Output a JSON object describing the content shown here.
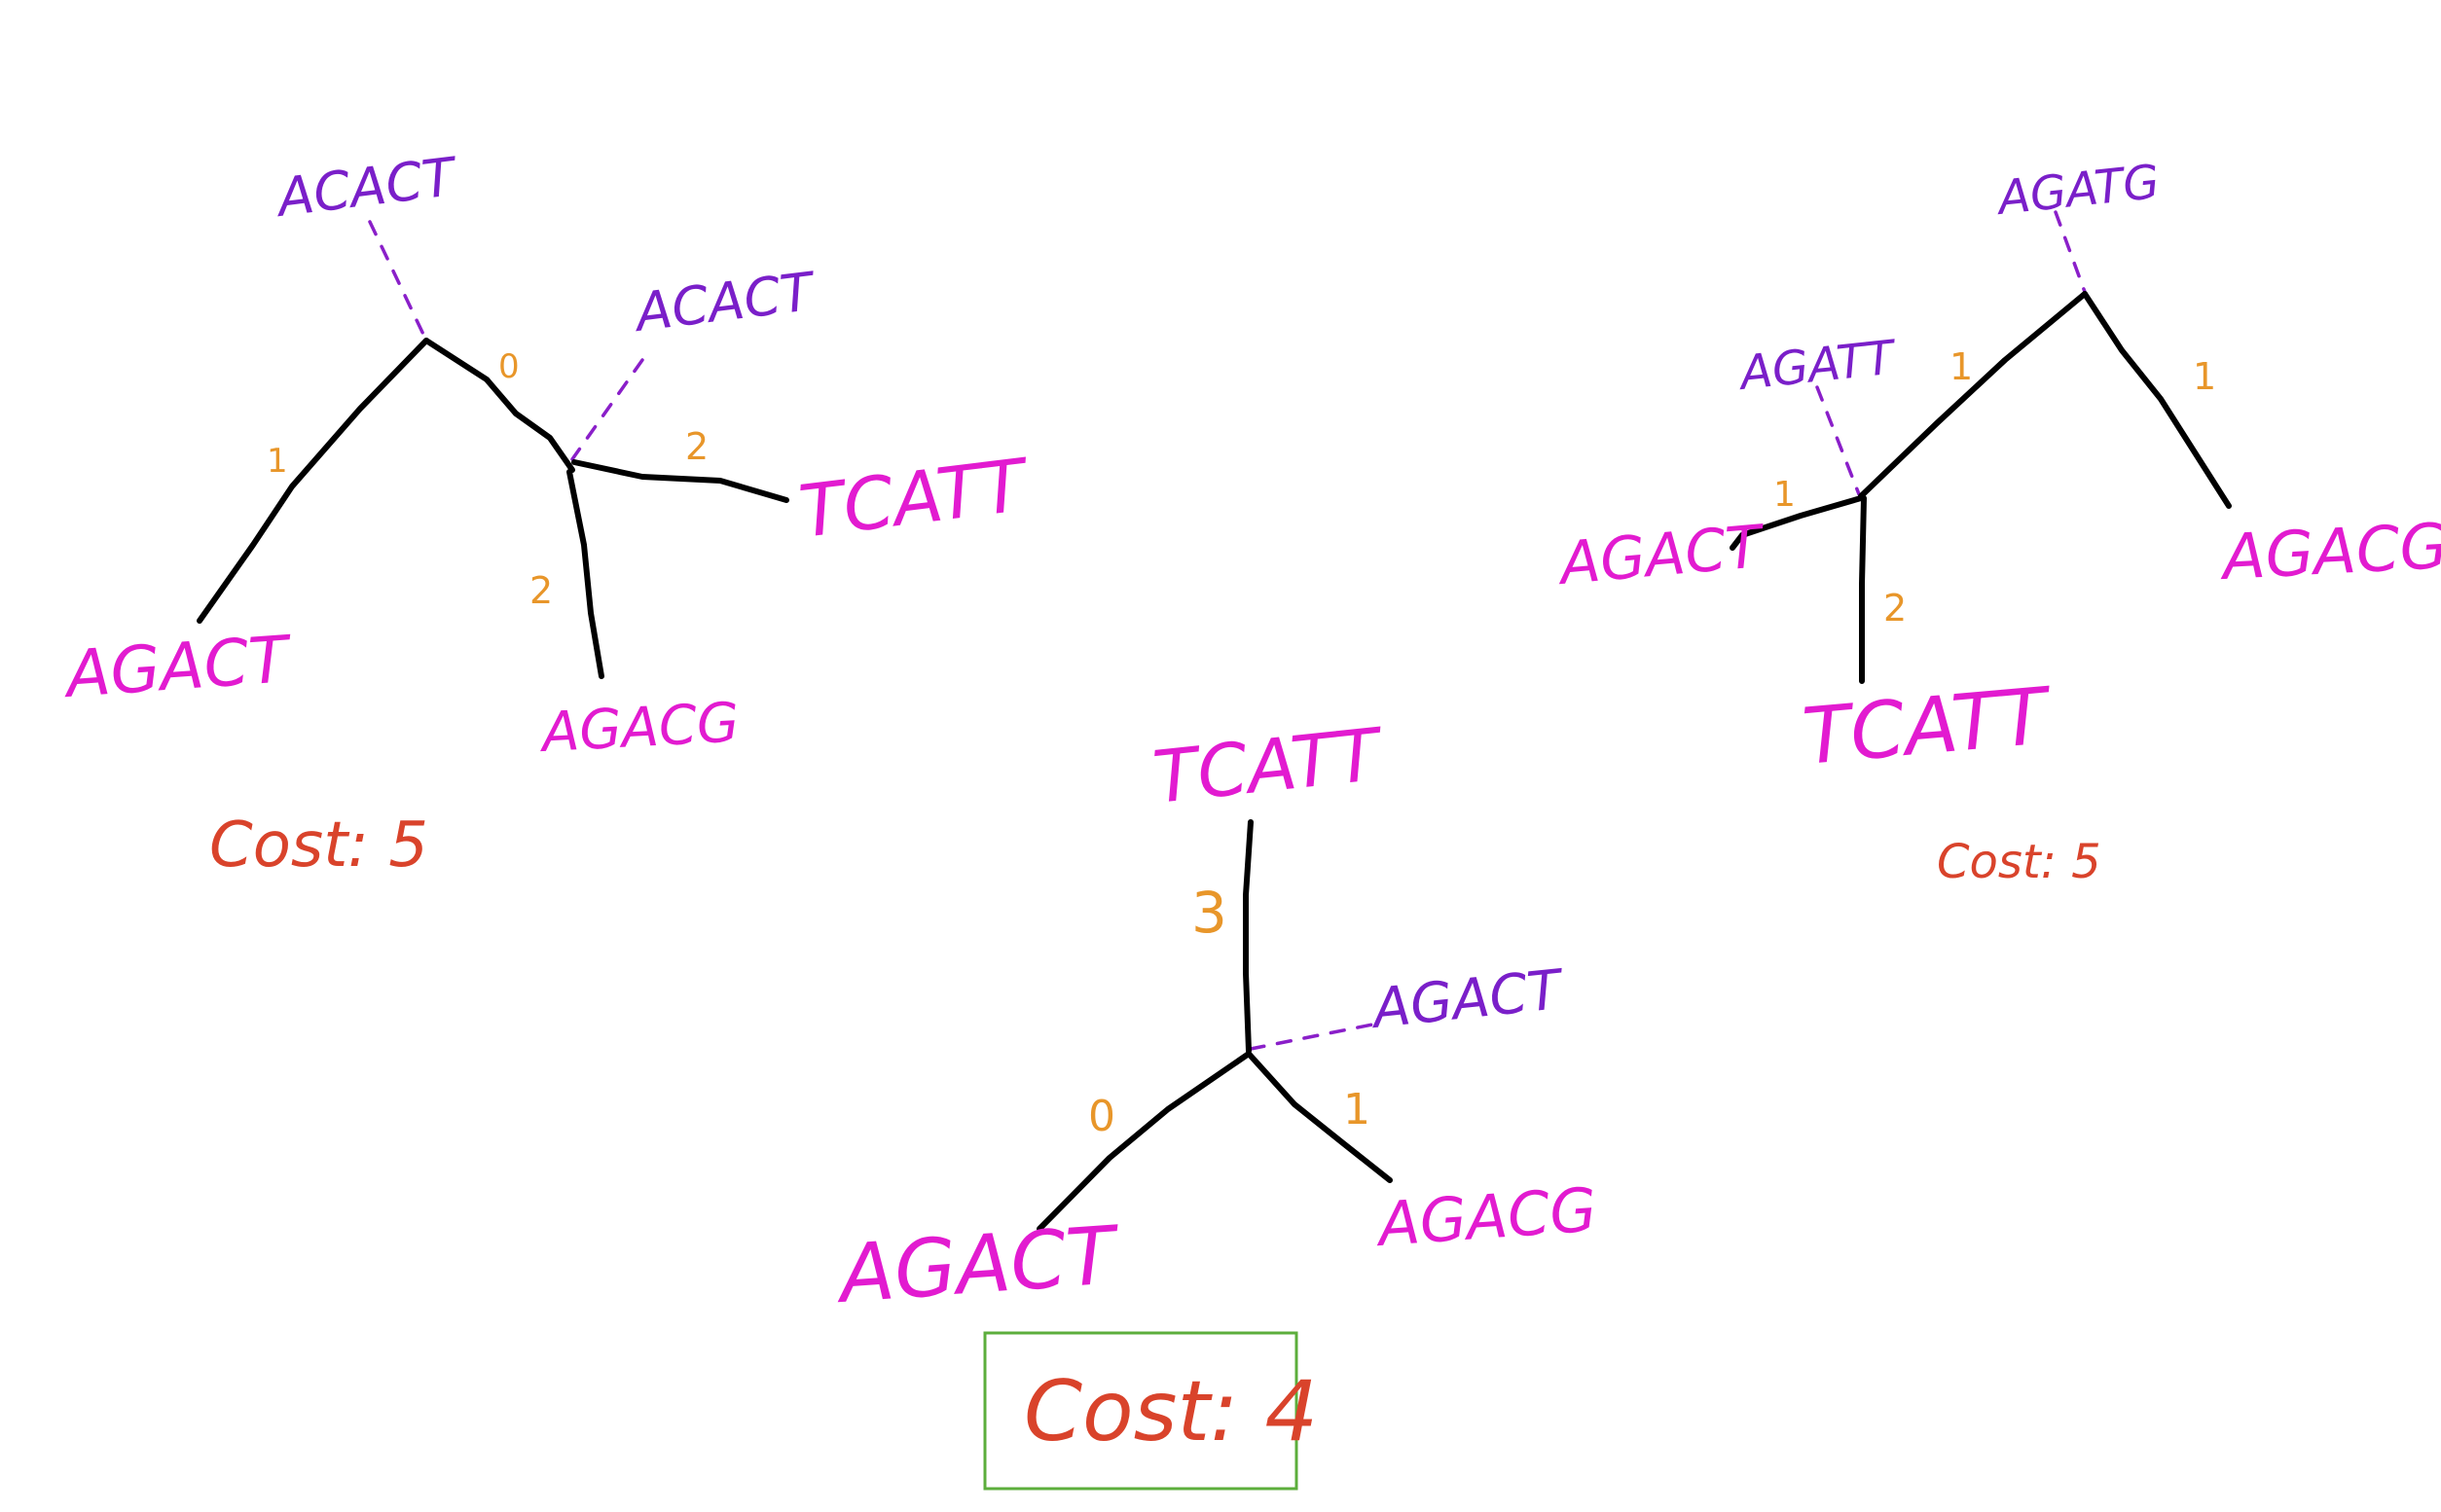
{
  "colors": {
    "edge": "#000000",
    "leaf_label": "#e21bd0",
    "ancestor_label": "#7a1fc9",
    "edge_weight": "#e8962a",
    "cost": "#d9432b",
    "best_box": "#5cae3c"
  },
  "tree1": {
    "ancestor_top": "ACACT",
    "ancestor_mid": "ACACT",
    "leaf_left": "AGACT",
    "leaf_right": "TCATT",
    "leaf_bottom": "AGACG",
    "w_left": "1",
    "w_middle": "0",
    "w_right": "2",
    "w_bottom": "2",
    "cost": "Cost: 5"
  },
  "tree2": {
    "ancestor": "AGACT",
    "leaf_top": "TCATT",
    "leaf_left": "AGACT",
    "leaf_right": "AGACG",
    "w_top": "3",
    "w_left": "0",
    "w_right": "1",
    "cost": "Cost: 4"
  },
  "tree3": {
    "ancestor_top": "AGATG",
    "ancestor_mid": "AGATT",
    "leaf_left": "AGACT",
    "leaf_bottom": "TCATT",
    "leaf_right": "AGACG",
    "w_top_left": "1",
    "w_top_right": "1",
    "w_left": "1",
    "w_bottom": "2",
    "cost": "Cost: 5"
  }
}
